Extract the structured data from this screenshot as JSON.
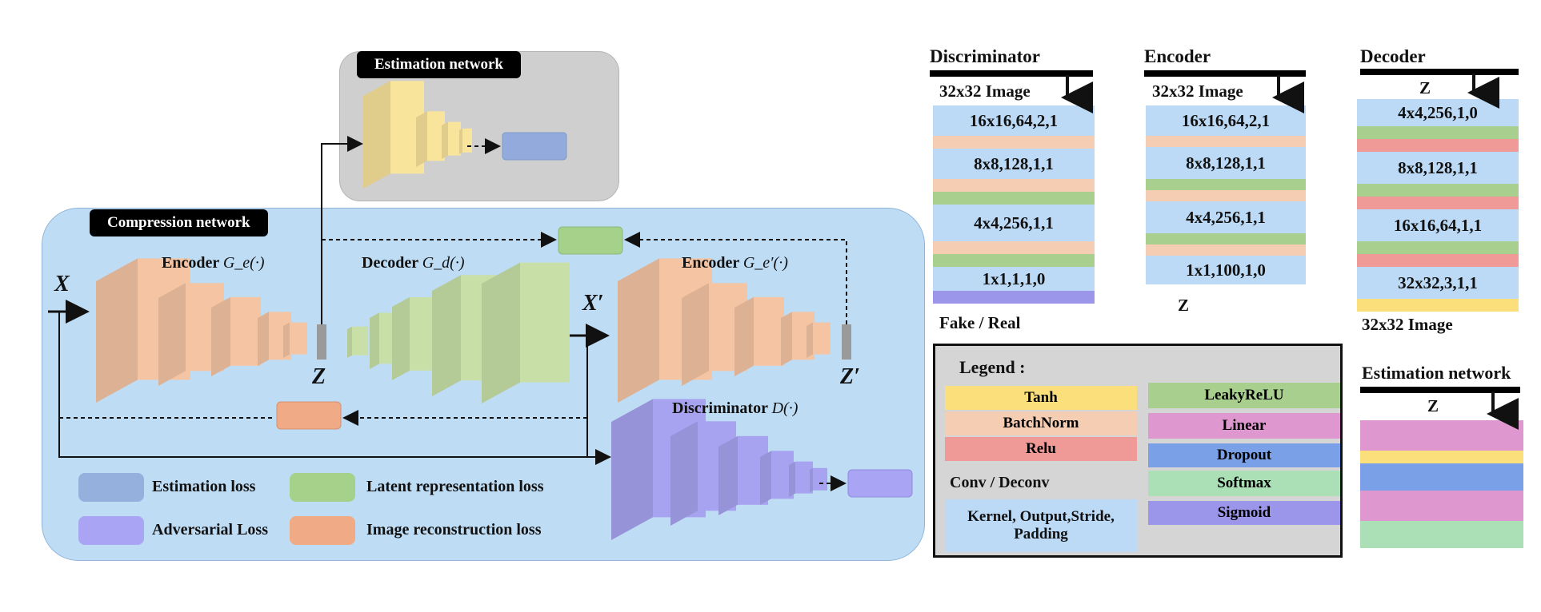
{
  "colors": {
    "encoder": "#f5c5a3",
    "decoder": "#c8e0a8",
    "discriminator": "#a7a3f0",
    "estimation_block": "#f9e49b",
    "compression_bg": "#bfdcf5",
    "estimation_bg": "#cfcfcf",
    "tanh": "#fbdf7b",
    "batchnorm": "#f5cdb2",
    "relu": "#f09a98",
    "leakyrelu": "#a9cf8f",
    "linear": "#df98cf",
    "dropout": "#7aa0e8",
    "softmax": "#abe0b7",
    "sigmoid": "#9b96ea",
    "conv": "#bcdaf6"
  },
  "estimation_panel": {
    "title": "Estimation network"
  },
  "compression_panel": {
    "title": "Compression network",
    "encoder_label": "Encoder",
    "encoder_math": "G_e(·)",
    "decoder_label": "Decoder",
    "decoder_math": "G_d(·)",
    "encoder2_label": "Encoder",
    "encoder2_math": "G_e′(·)",
    "discriminator_label": "Discriminator",
    "discriminator_math": "D(·)",
    "x_label": "X",
    "x_prime_label": "X′",
    "z_label": "Z",
    "z_prime_label": "Z′",
    "losses": [
      {
        "name": "Estimation loss",
        "color": "#95b0dc"
      },
      {
        "name": "Latent representation loss",
        "color": "#a6d18a"
      },
      {
        "name": "Adversarial Loss",
        "color": "#a9a4f3"
      },
      {
        "name": "Image reconstruction loss",
        "color": "#f0aa86"
      }
    ]
  },
  "architecture": {
    "discriminator": {
      "title": "Discriminator",
      "input": "32x32 Image",
      "layers": [
        "16x16,64,2,1",
        "8x8,128,1,1",
        "4x4,256,1,1",
        "1x1,1,1,0"
      ],
      "output": "Fake / Real"
    },
    "encoder": {
      "title": "Encoder",
      "input": "32x32 Image",
      "layers": [
        "16x16,64,2,1",
        "8x8,128,1,1",
        "4x4,256,1,1",
        "1x1,100,1,0"
      ],
      "output": "Z"
    },
    "decoder": {
      "title": "Decoder",
      "input": "Z",
      "layers": [
        "4x4,256,1,0",
        "8x8,128,1,1",
        "16x16,64,1,1",
        "32x32,3,1,1"
      ],
      "output": "32x32 Image"
    },
    "estimation": {
      "title": "Estimation network",
      "input": "Z"
    }
  },
  "legend": {
    "title": "Legend :",
    "items": [
      {
        "name": "Tanh",
        "color": "#fbdf7b"
      },
      {
        "name": "BatchNorm",
        "color": "#f5cdb2"
      },
      {
        "name": "Relu",
        "color": "#f09a98"
      },
      {
        "name": "LeakyReLU",
        "color": "#a9cf8f"
      },
      {
        "name": "Linear",
        "color": "#df98cf"
      },
      {
        "name": "Dropout",
        "color": "#7aa0e8"
      },
      {
        "name": "Softmax",
        "color": "#abe0b7"
      },
      {
        "name": "Sigmoid",
        "color": "#9b96ea"
      }
    ],
    "conv_title": "Conv / Deconv",
    "conv_desc_line1": "Kernel, Output,Stride,",
    "conv_desc_line2": "Padding"
  }
}
